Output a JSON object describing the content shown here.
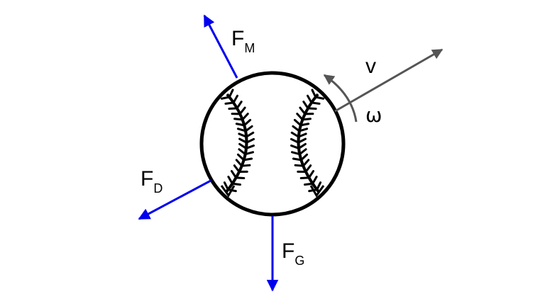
{
  "forces": {
    "magnus": {
      "symbol": "F",
      "subscript": "M"
    },
    "drag": {
      "symbol": "F",
      "subscript": "D"
    },
    "gravity": {
      "symbol": "F",
      "subscript": "G"
    }
  },
  "velocity_label": "v",
  "spin_label": "ω",
  "colors": {
    "force_arrow": "#0000ee",
    "velocity_arrow": "#555555",
    "ball_outline": "#000000"
  }
}
